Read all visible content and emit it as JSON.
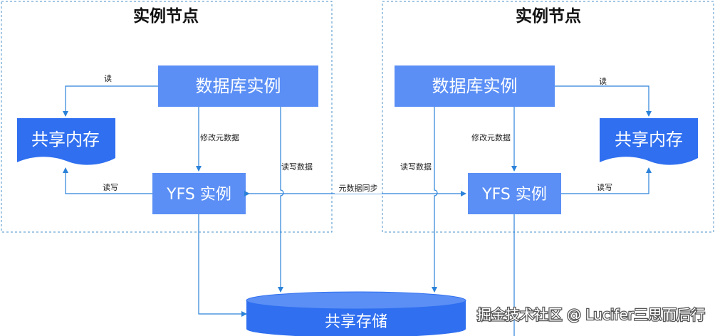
{
  "diagram": {
    "left_node": {
      "title": "实例节点",
      "db_instance": "数据库实例",
      "shared_memory": "共享内存",
      "yfs_instance": "YFS 实例",
      "read_label": "读",
      "readwrite_label": "读写",
      "modify_meta_label": "修改元数据",
      "readwrite_data_label": "读写数据"
    },
    "right_node": {
      "title": "实例节点",
      "db_instance": "数据库实例",
      "shared_memory": "共享内存",
      "yfs_instance": "YFS 实例",
      "read_label": "读",
      "readwrite_label": "读写",
      "modify_meta_label": "修改元数据",
      "readwrite_data_label": "读写数据"
    },
    "sync_label": "元数据同步",
    "shared_storage": "共享存储"
  },
  "watermark": "掘金技术社区 @ Lucifer三思而后行",
  "colors": {
    "box_light": "#5b8ff5",
    "box_dark": "#2f6ff0",
    "line": "#2b82d9",
    "dashed_border": "#4a90c8"
  }
}
